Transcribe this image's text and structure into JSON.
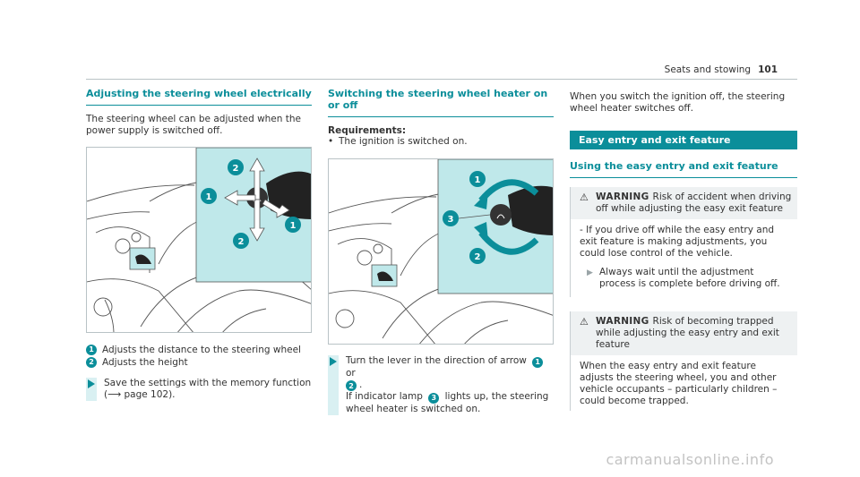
{
  "header": {
    "section": "Seats and stowing",
    "page": "101"
  },
  "col1": {
    "heading": "Adjusting the steering wheel electrically",
    "intro": "The steering wheel can be adjusted when the power supply is switched off.",
    "legend": [
      {
        "num": "1",
        "text": "Adjusts the distance to the steering wheel"
      },
      {
        "num": "2",
        "text": "Adjusts the height"
      }
    ],
    "step_line1": "Save the settings with the memory function",
    "step_line2": "(⟶ page 102)."
  },
  "col2": {
    "heading": "Switching the steering wheel heater on or off",
    "req_title": "Requirements:",
    "req_item": "The ignition is switched on.",
    "step_a": "Turn the lever in the direction of arrow",
    "step_a_num": "1",
    "step_a_or": "or",
    "step_b_num": "2",
    "step_b_end": ".",
    "step_c": "If indicator lamp",
    "step_c_num": "3",
    "step_c_end": "lights up, the steering wheel heater is switched on."
  },
  "col3": {
    "intro": "When you switch the ignition off, the steering wheel heater switches off.",
    "banner": "Easy entry and exit feature",
    "subheading": "Using the easy entry and exit feature",
    "warning1": {
      "title": "WARNING",
      "headline": "Risk of accident when driving off while adjusting the easy exit feature",
      "body": "- If you drive off while the easy entry and exit feature is making adjustments, you could lose control of the vehicle.",
      "step": "Always wait until the adjustment process is complete before driving off."
    },
    "warning2": {
      "title": "WARNING",
      "headline": "Risk of becoming trapped while adjusting the easy entry and exit feature",
      "body": "When the easy entry and exit feature adjusts the steering wheel, you and other vehicle occupants – particularly children – could become trapped."
    }
  },
  "figure_labels": {
    "fig1": [
      "2",
      "1",
      "2",
      "1"
    ],
    "fig2": [
      "1",
      "3",
      "2"
    ]
  },
  "footer": "carmanualsonline.info",
  "colors": {
    "accent": "#0b8e9a",
    "inset": "#bfe8ea",
    "line": "#555555"
  }
}
